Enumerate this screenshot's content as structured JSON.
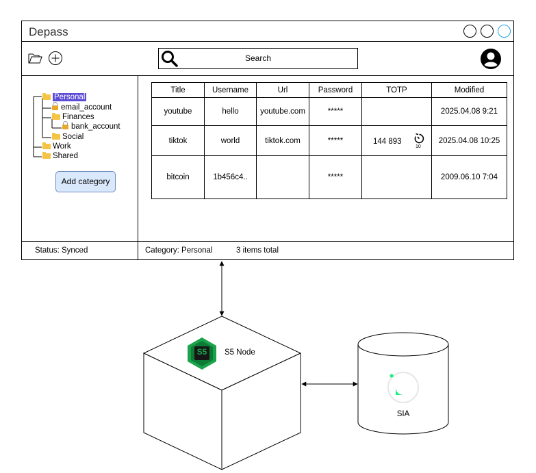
{
  "window": {
    "title": "Depass",
    "search_label": "Search"
  },
  "sidebar": {
    "tree": [
      {
        "label": "Personal",
        "type": "folder",
        "selected": true
      },
      {
        "label": "email_account",
        "type": "entry"
      },
      {
        "label": "Finances",
        "type": "folder"
      },
      {
        "label": "bank_account",
        "type": "entry"
      },
      {
        "label": "Social",
        "type": "folder"
      },
      {
        "label": "Work",
        "type": "folder"
      },
      {
        "label": "Shared",
        "type": "folder"
      }
    ],
    "add_category_label": "Add category"
  },
  "table": {
    "headers": [
      "Title",
      "Username",
      "Url",
      "Password",
      "TOTP",
      "Modified"
    ],
    "rows": [
      [
        "youtube",
        "hello",
        "youtube.com",
        "*****",
        "",
        "2025.04.08 9:21"
      ],
      [
        "tiktok",
        "world",
        "tiktok.com",
        "*****",
        "144 893",
        "2025.04.08 10:25"
      ],
      [
        "bitcoin",
        "1b456c4..",
        "",
        "*****",
        "",
        "2009.06.10 7:04"
      ]
    ],
    "totp_timer": "10"
  },
  "status_bar": {
    "status": "Status: Synced",
    "category": "Category: Personal",
    "count": "3 items total"
  },
  "nodes": {
    "s5": {
      "logo_text": "S5",
      "label": "S5 Node"
    },
    "sia": {
      "label": "SIA"
    }
  },
  "colors": {
    "selection": "#5b4bd6",
    "button_fill": "#dae8fc",
    "button_border": "#6c8ebf",
    "folder": "#f6c445",
    "s5_green": "#1aa34a",
    "sia_green": "#20ee82",
    "accent_circle": "#1ba1e2"
  }
}
